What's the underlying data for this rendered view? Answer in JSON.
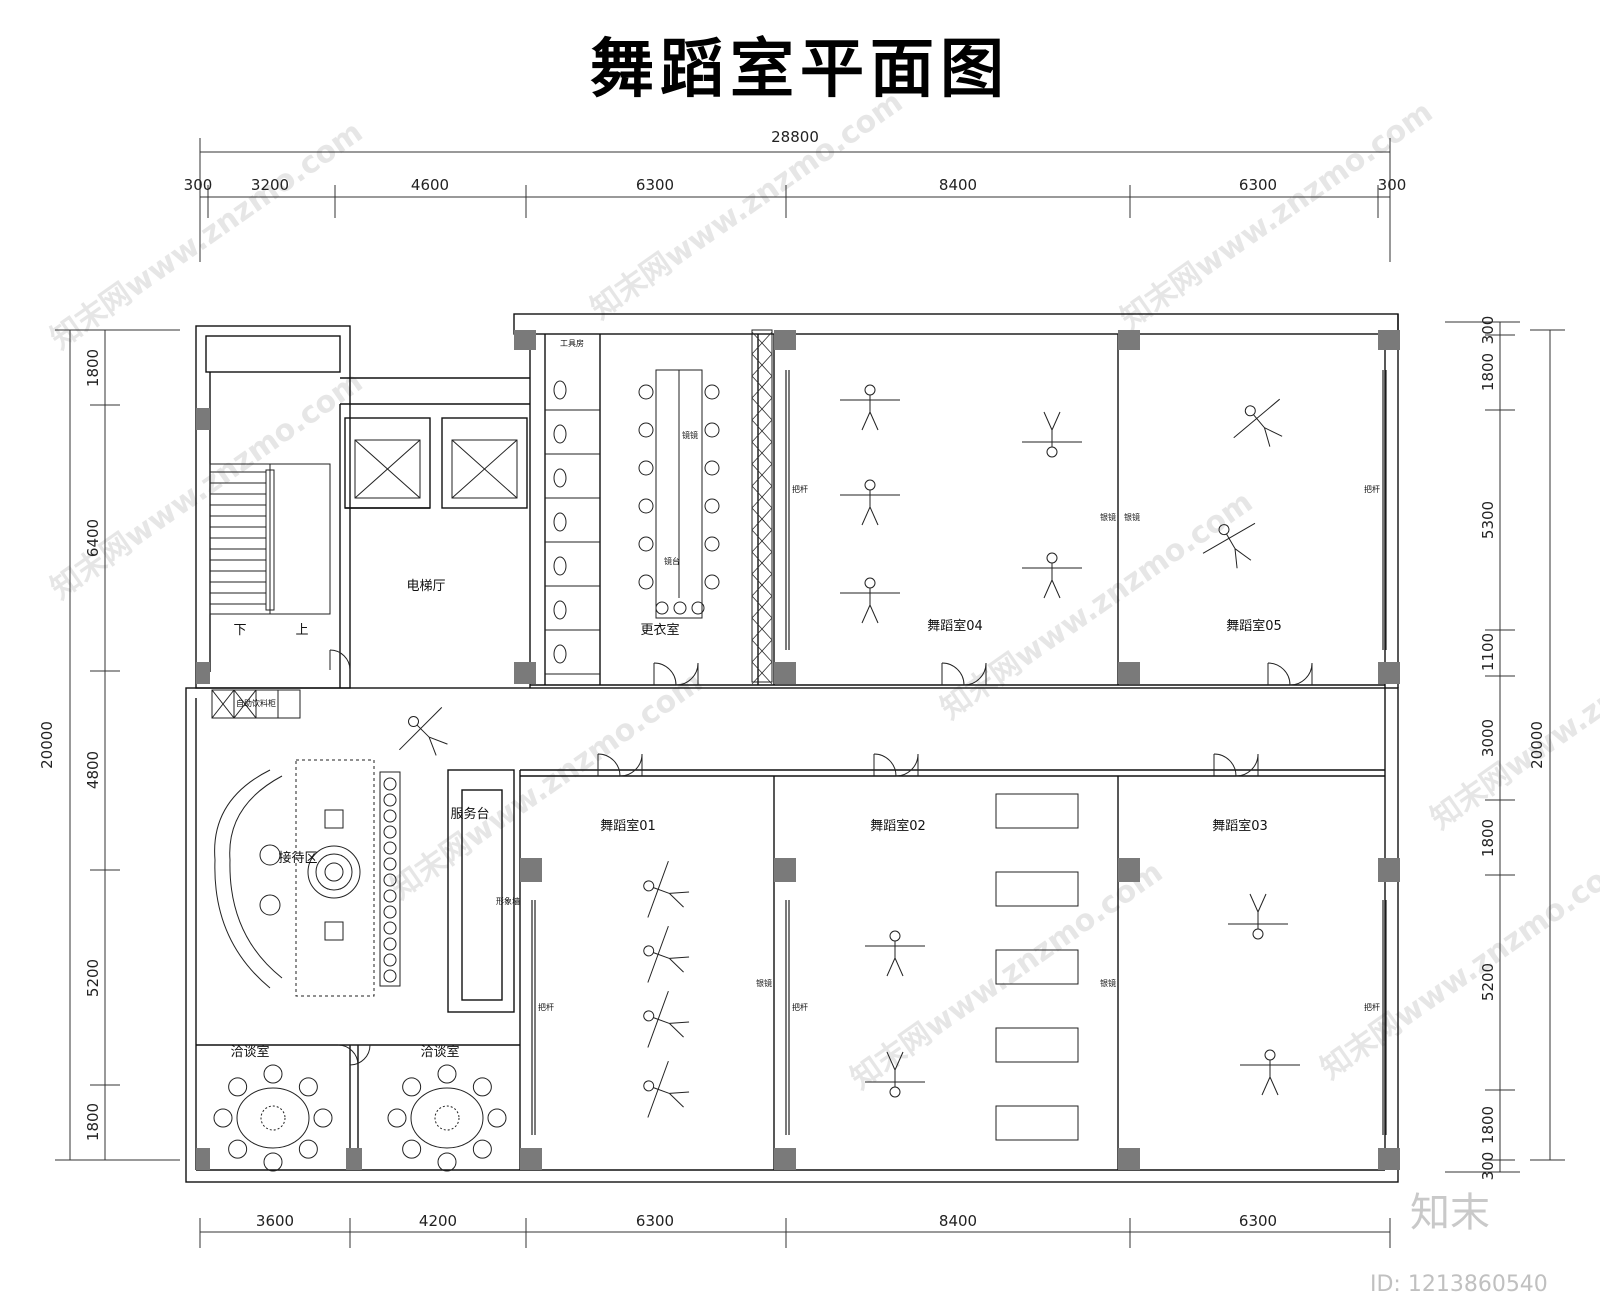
{
  "title": "舞蹈室平面图",
  "dims": {
    "top_total": "28800",
    "top": [
      "300",
      "3200",
      "4600",
      "6300",
      "8400",
      "6300",
      "300"
    ],
    "bottom": [
      "3600",
      "4200",
      "6300",
      "8400",
      "6300"
    ],
    "left_total": "20000",
    "left": [
      "1800",
      "6400",
      "4800",
      "5200",
      "1800"
    ],
    "right_total": "20000",
    "right": [
      "300",
      "1800",
      "5300",
      "1100",
      "3000",
      "1800",
      "5200",
      "1800",
      "300"
    ]
  },
  "labels": {
    "elevator_hall": "电梯厅",
    "down": "下",
    "up": "上",
    "tool_room": "工具房",
    "locker_room": "更衣室",
    "vending": "自助饮料柜",
    "reception": "接待区",
    "service_desk": "服务台",
    "image_wall": "形象墙",
    "meeting_1": "洽谈室",
    "meeting_2": "洽谈室",
    "room_01": "舞蹈室01",
    "room_02": "舞蹈室02",
    "room_03": "舞蹈室03",
    "room_04": "舞蹈室04",
    "room_05": "舞蹈室05",
    "mirror": "银镜",
    "barre": "把杆",
    "makeup_mirror": "镜镜",
    "vanity": "镜台"
  },
  "watermark": "知末网www.znzmo.com",
  "brand": "知末",
  "image_id": "ID: 1213860540"
}
